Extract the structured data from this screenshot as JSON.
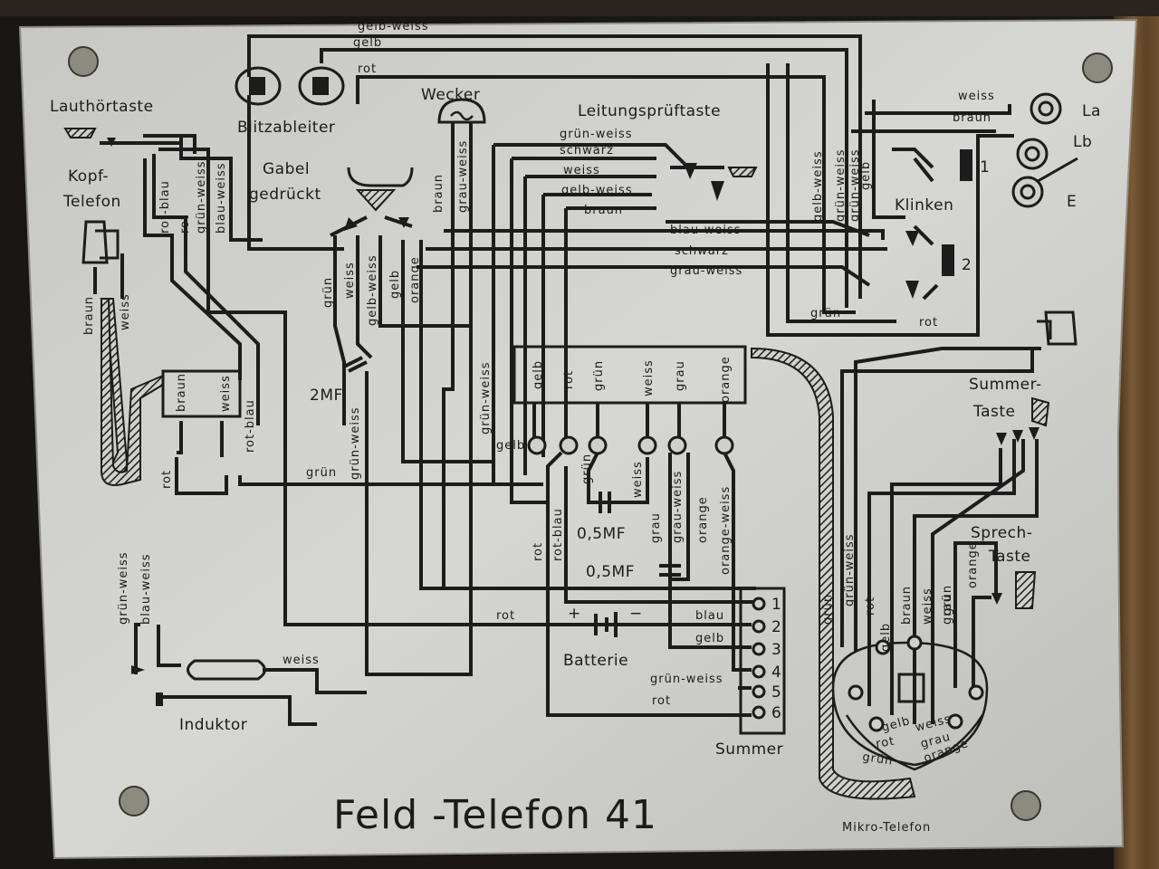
{
  "title": "Feld -Telefon 41",
  "labels": {
    "lauthoertaste": "Lauthörtaste",
    "blitzableiter": "Blitzableiter",
    "wecker": "Wecker",
    "leitungsprueftaste": "Leitungsprüftaste",
    "kopf": "Kopf-",
    "telefon": "Telefon",
    "gabel": "Gabel",
    "gedrueckt": "gedrückt",
    "klinken": "Klinken",
    "la": "La",
    "lb": "Lb",
    "e": "E",
    "klinke1": "1",
    "klinke2": "2",
    "cap_2mf": "2MF",
    "cap_05mf_1": "0,5MF",
    "cap_05mf_2": "0,5MF",
    "batterie": "Batterie",
    "plus": "+",
    "minus": "−",
    "induktor": "Induktor",
    "summer": "Summer",
    "summer_taste_1": "Summer-",
    "summer_taste_2": "Taste",
    "sprech_taste_1": "Sprech-",
    "sprech_taste_2": "Taste",
    "mikro_telefon": "Mikro-Telefon"
  },
  "wires": {
    "top_gelb_weiss": "gelb-weiss",
    "top_gelb": "gelb",
    "top_rot": "rot",
    "lpt_gruen_weiss": "grün-weiss",
    "lpt_schwarz": "schwarz",
    "lpt_weiss": "weiss",
    "lpt_gelb_weiss": "gelb-weiss",
    "lpt_braun": "braun",
    "lpt_blau_weiss": "blau-weiss",
    "mid_schwarz": "schwarz",
    "mid_grau_weiss": "grau-weiss",
    "kl_weiss": "weiss",
    "kl_braun": "braun",
    "kl_gruen": "grün",
    "kl_rot": "rot",
    "kl_gelb": "gelb",
    "kl_gelb_weiss": "gelb-weiss",
    "kl_gruen_weiss": "grün-weiss",
    "kl_gruen_weiss2": "grün-weiss",
    "wk_braun": "braun",
    "wk_grau_weiss": "grau-weiss",
    "left_rot_blau": "rot-blau",
    "left_rot": "rot",
    "left_gruen_weiss": "grün-weiss",
    "left_blau_weiss": "blau-weiss",
    "kt_braun": "braun",
    "kt_weiss": "weiss",
    "hb_braun": "braun",
    "hb_weiss": "weiss",
    "hb_rot": "rot",
    "hb_rot_blau": "rot-blau",
    "gb_gruen": "grün",
    "gb_weiss": "weiss",
    "gb_gelb_weiss": "gelb-weiss",
    "gb_gelb": "gelb",
    "gb_orange": "orange",
    "g_gruen": "grün",
    "cap_gruen_weiss": "grün-weiss",
    "g_gruen_weiss2": "grün-weiss",
    "ind_gruen_weiss": "grün-weiss",
    "ind_blau_weiss": "blau-weiss",
    "ind_weiss": "weiss",
    "strip": [
      "gelb",
      "rot",
      "grün",
      "weiss",
      "grau",
      "orange"
    ],
    "st_gelb": "gelb",
    "st_gruen": "grün",
    "st_weiss": "weiss",
    "st_rot": "rot",
    "st_rot_blau": "rot-blau",
    "st_grau": "grau",
    "st_grau_weiss": "grau-weiss",
    "st_orange": "orange",
    "st_orange_weiss": "orange-weiss",
    "sum_blau": "blau",
    "sum_gelb": "gelb",
    "sum_gruen_weiss": "grün-weiss",
    "sum_rot": "rot",
    "bat_rot": "rot",
    "mt_gruen": "grün",
    "mt_gruen_weiss": "grün-weiss",
    "mt_rot": "rot",
    "mt_gelb": "gelb",
    "mt_braun": "braun",
    "mt_weiss": "weiss",
    "mt_gruen2": "grün",
    "mt_grau": "grau",
    "mt_orange": "orange",
    "hs_gelb": "gelb",
    "hs_weiss": "weiss",
    "hs_rot": "rot",
    "hs_grau": "grau",
    "hs_gruen": "grün",
    "hs_orange": "orange"
  },
  "summer_terminals": [
    "1",
    "2",
    "3",
    "4",
    "5",
    "6"
  ]
}
